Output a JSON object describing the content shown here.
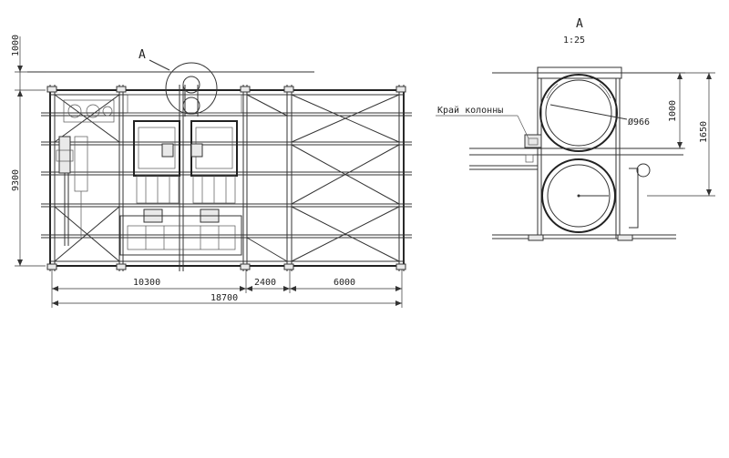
{
  "plan_view": {
    "callout_label": "A",
    "dimensions": {
      "height_top": "1000",
      "height_total": "9300",
      "bay_left": "10300",
      "bay_middle": "2400",
      "bay_right": "6000",
      "length_total": "18700"
    }
  },
  "detail_view": {
    "title": "A",
    "scale": "1:25",
    "leader_text": "Край колонны",
    "diameter": "Ø966",
    "height_inner": "1000",
    "height_outer": "1650"
  }
}
